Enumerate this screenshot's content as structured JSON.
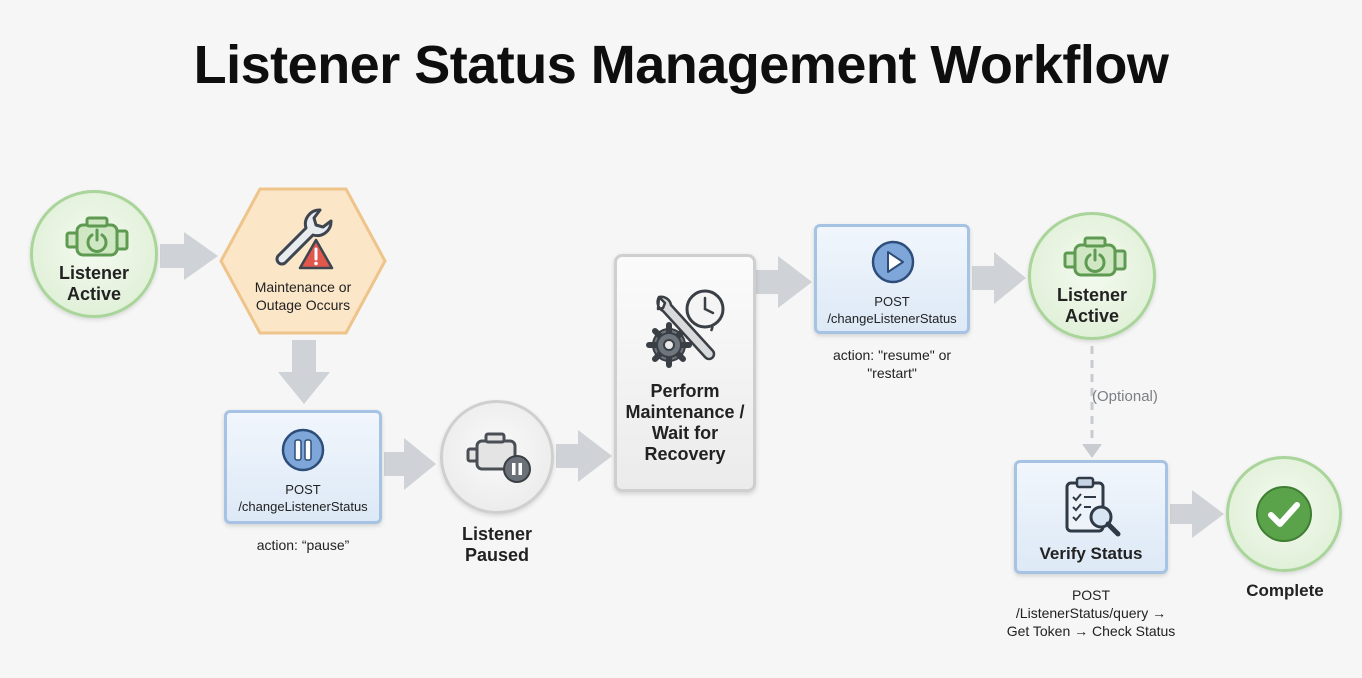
{
  "title": "Listener Status Management Workflow",
  "colors": {
    "green_fill": "#e2f1da",
    "green_border": "#a9d59a",
    "orange_fill": "#fbe6c8",
    "orange_border": "#eec48b",
    "blue_fill": "#e3edf8",
    "blue_border": "#a7c3e3",
    "gray_fill": "#ececec",
    "arrow": "#cfd2d6",
    "check_green": "#5aa34a"
  },
  "nodes": {
    "listener_active_start": {
      "label": "Listener\nActive",
      "icon": "engine-power-icon"
    },
    "maintenance": {
      "label": "Maintenance or\nOutage Occurs",
      "icon": "wrench-warning-icon"
    },
    "pause_request": {
      "label": "POST\n/changeListenerStatus",
      "icon": "pause-icon",
      "caption": "action: “pause”"
    },
    "listener_paused": {
      "label": "Listener\nPaused",
      "icon": "engine-paused-icon"
    },
    "perform_maintenance": {
      "label": "Perform\nMaintenance /\nWait for\nRecovery",
      "icon": "tools-clock-icon"
    },
    "resume_request": {
      "label": "POST\n/changeListenerStatus",
      "icon": "play-icon",
      "caption": "action: \"resume\" or\n\"restart\""
    },
    "listener_active_end": {
      "label": "Listener\nActive",
      "icon": "engine-power-icon"
    },
    "optional": {
      "label": "(Optional)"
    },
    "verify_status": {
      "label": "Verify Status",
      "icon": "clipboard-search-icon",
      "caption": "POST\n/ListenerStatus/query →\nGet Token → Check Status"
    },
    "complete": {
      "label": "Complete",
      "icon": "checkmark-icon"
    }
  }
}
